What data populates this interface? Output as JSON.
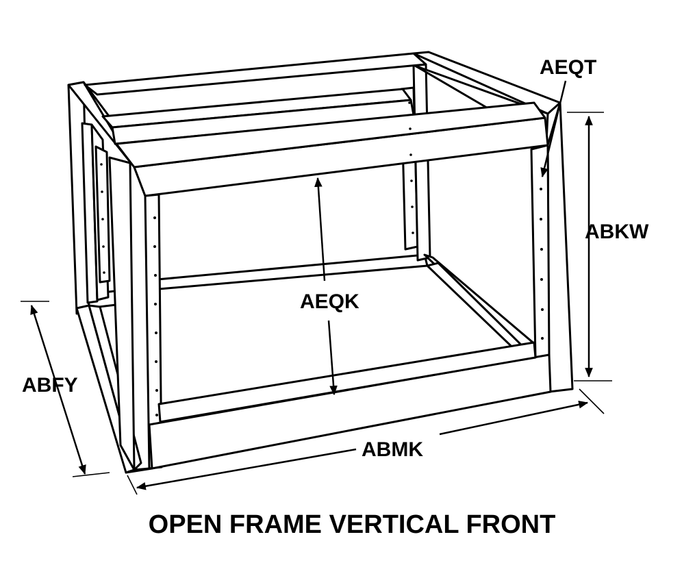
{
  "labels": {
    "aeqt": "AEQT",
    "abkw": "ABKW",
    "aeqk": "AEQK",
    "abfy": "ABFY",
    "abmk": "ABMK"
  },
  "caption": "OPEN FRAME VERTICAL FRONT",
  "colors": {
    "line": "#000000",
    "background": "#ffffff"
  }
}
